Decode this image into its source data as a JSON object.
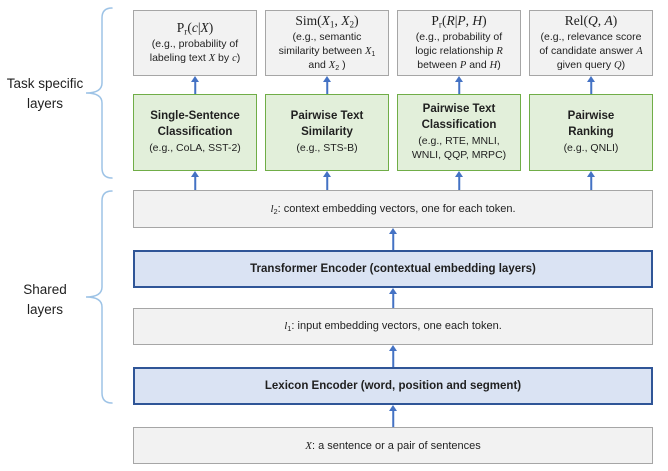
{
  "colors": {
    "io_fill": "#f2f2f2",
    "io_border": "#a6a6a6",
    "task_fill": "#e2efda",
    "task_border": "#70ad47",
    "encoder_fill": "#dae3f3",
    "encoder_border": "#2f5597",
    "arrow_color": "#4472c4",
    "brace_color": "#9dc3e6",
    "text_color": "#1f1f1f"
  },
  "side_labels": {
    "task_specific": "Task specific\nlayers",
    "shared": "Shared\nlayers"
  },
  "columns": [
    {
      "formula": [
        {
          "t": "P"
        },
        {
          "t": "r",
          "s": "sub"
        },
        {
          "t": "("
        },
        {
          "t": "c",
          "s": "i"
        },
        {
          "t": "|"
        },
        {
          "t": "X",
          "s": "i"
        },
        {
          "t": ")"
        }
      ],
      "description": [
        {
          "t": "(e.g., probability of\nlabeling text "
        },
        {
          "t": "X",
          "s": "i"
        },
        {
          "t": " by "
        },
        {
          "t": "c",
          "s": "i"
        },
        {
          "t": ")"
        }
      ],
      "task": {
        "title": "Single-Sentence\nClassification",
        "examples": "(e.g., CoLA, SST-2)"
      }
    },
    {
      "formula": [
        {
          "t": "Sim("
        },
        {
          "t": "X",
          "s": "i"
        },
        {
          "t": "1",
          "s": "sub"
        },
        {
          "t": ", "
        },
        {
          "t": "X",
          "s": "i"
        },
        {
          "t": "2",
          "s": "sub"
        },
        {
          "t": ")"
        }
      ],
      "description": [
        {
          "t": "(e.g., semantic\nsimilarity between "
        },
        {
          "t": "X",
          "s": "i"
        },
        {
          "t": "1",
          "s": "sub"
        },
        {
          "t": "\nand "
        },
        {
          "t": "X",
          "s": "i"
        },
        {
          "t": "2",
          "s": "sub"
        },
        {
          "t": " )"
        }
      ],
      "task": {
        "title": "Pairwise Text\nSimilarity",
        "examples": "(e.g., STS-B)"
      }
    },
    {
      "formula": [
        {
          "t": "P"
        },
        {
          "t": "r",
          "s": "sub"
        },
        {
          "t": "("
        },
        {
          "t": "R",
          "s": "i"
        },
        {
          "t": "|"
        },
        {
          "t": "P",
          "s": "i"
        },
        {
          "t": ", "
        },
        {
          "t": "H",
          "s": "i"
        },
        {
          "t": ")"
        }
      ],
      "description": [
        {
          "t": "(e.g., probability of\nlogic relationship "
        },
        {
          "t": "R",
          "s": "i"
        },
        {
          "t": "\nbetween "
        },
        {
          "t": "P",
          "s": "i"
        },
        {
          "t": " and "
        },
        {
          "t": "H",
          "s": "i"
        },
        {
          "t": ")"
        }
      ],
      "task": {
        "title": "Pairwise Text\nClassification",
        "examples": "(e.g., RTE, MNLI,\nWNLI, QQP, MRPC)"
      }
    },
    {
      "formula": [
        {
          "t": "Rel("
        },
        {
          "t": "Q",
          "s": "i"
        },
        {
          "t": ", "
        },
        {
          "t": "A",
          "s": "i"
        },
        {
          "t": ")"
        }
      ],
      "description": [
        {
          "t": "(e.g., relevance score\nof candidate answer "
        },
        {
          "t": "A",
          "s": "i"
        },
        {
          "t": "\ngiven query "
        },
        {
          "t": "Q",
          "s": "i"
        },
        {
          "t": ")"
        }
      ],
      "task": {
        "title": "Pairwise\nRanking",
        "examples": "(e.g., QNLI)"
      }
    }
  ],
  "stack": {
    "l2": [
      {
        "t": "l",
        "s": "i"
      },
      {
        "t": "2",
        "s": "sub"
      },
      {
        "t": ": context embedding vectors, one for each token."
      }
    ],
    "transformer": "Transformer Encoder (contextual embedding layers)",
    "l1": [
      {
        "t": "l",
        "s": "i"
      },
      {
        "t": "1",
        "s": "sub"
      },
      {
        "t": ": input embedding vectors, one each token."
      }
    ],
    "lexicon": "Lexicon Encoder (word, position and segment)",
    "input": [
      {
        "t": "X",
        "s": "i"
      },
      {
        "t": ": a sentence or a pair of sentences"
      }
    ]
  }
}
